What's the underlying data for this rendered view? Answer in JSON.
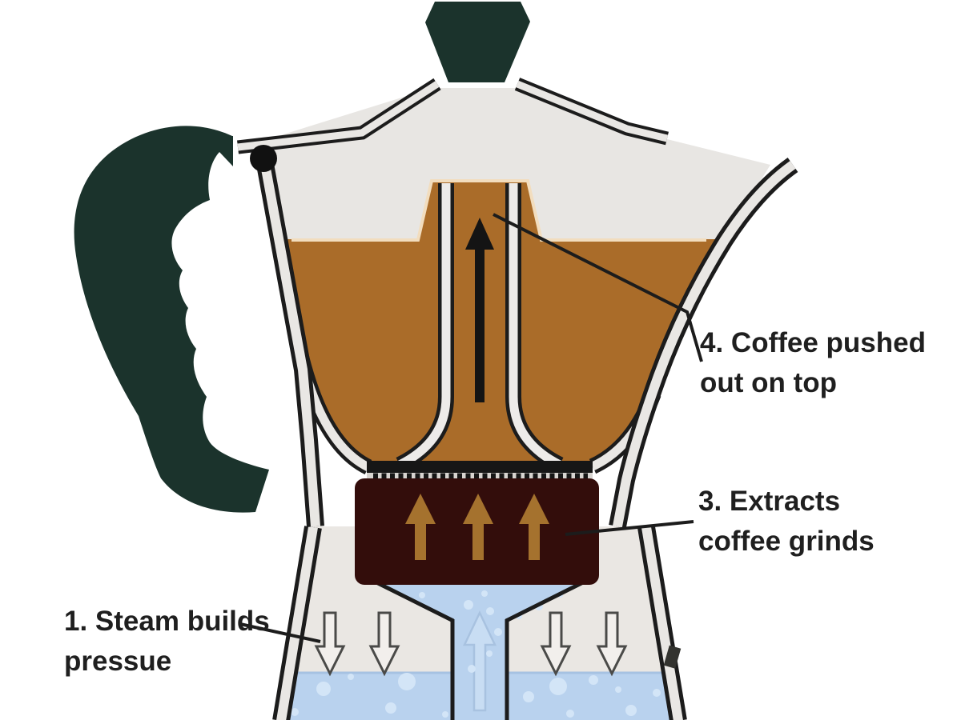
{
  "diagram": {
    "title": "moka-pot-cross-section",
    "labels": {
      "step1": {
        "line1": "1. Steam builds",
        "line2": "pressue"
      },
      "step3": {
        "line1": "3. Extracts",
        "line2": "coffee grinds"
      },
      "step4": {
        "line1": "4. Coffee pushed",
        "line2": "out on top"
      }
    },
    "colors": {
      "outline": "#1c1c1c",
      "wall_fill": "#e9e7e4",
      "interior_gray": "#e8e6e3",
      "coffee": "#aa6c29",
      "crema_line": "#f2ddbe",
      "grounds_basket": "#330d0b",
      "basket_arrow": "#a5722e",
      "coffee_arrow": "#141414",
      "water": "#b9d2ee",
      "waterline": "#a6c2e2",
      "bubble": "#d3e5f7",
      "water_arrow_fill": "#c8ddf3",
      "water_arrow_stroke": "#a8c2e0",
      "steam_region": "#eae7e3",
      "steam_arrow_fill": "#f2efec",
      "steam_arrow_stroke": "#4a4a48",
      "knob_handle": "#1b332c",
      "plate": "#161616",
      "label_text": "#1f1f1f"
    }
  }
}
